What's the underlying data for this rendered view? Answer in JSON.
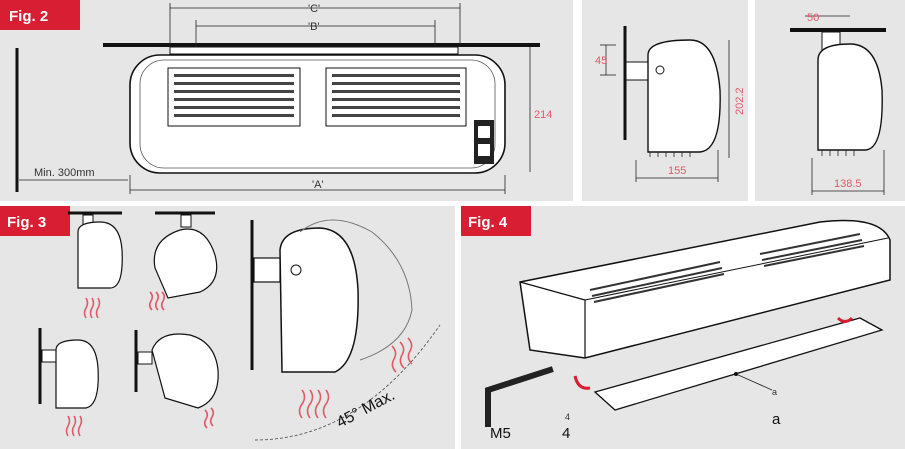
{
  "fig2": {
    "label": "Fig. 2",
    "dim_c": "'C'",
    "dim_b": "'B'",
    "dim_a": "'A'",
    "min_clearance": "Min. 300mm",
    "height": "214",
    "side_offset": "45",
    "side_height": "202.2",
    "side_depth": "155",
    "ceiling_offset": "50",
    "ceiling_depth": "138.5"
  },
  "fig3": {
    "label": "Fig. 3",
    "tilt_max": "45° Max."
  },
  "fig4": {
    "label": "Fig. 4",
    "tool": "M5",
    "screw": "4",
    "screw_small": "4",
    "bracket": "a",
    "bracket_small": "a"
  },
  "colors": {
    "label_bg": "#d81e32",
    "panel_bg": "#e6e6e6",
    "dimension": "#e05a68",
    "heat": "#e05a68"
  }
}
